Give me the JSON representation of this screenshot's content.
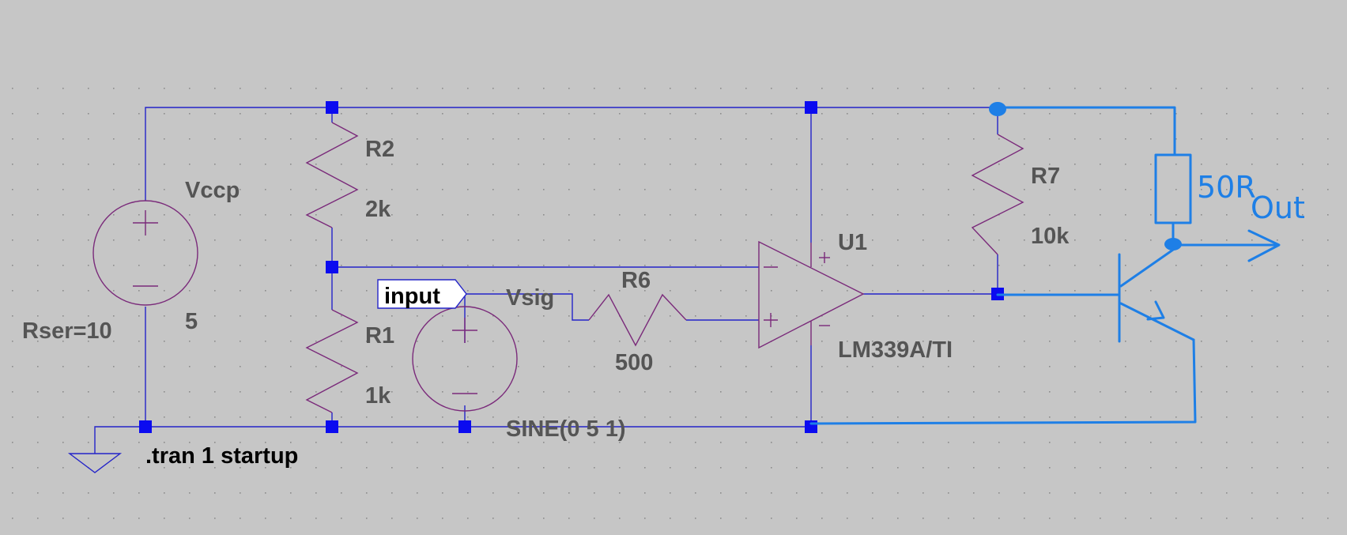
{
  "schematic": {
    "components": {
      "vccp": {
        "name": "Vccp",
        "value": "5",
        "extra": "Rser=10"
      },
      "r2": {
        "name": "R2",
        "value": "2k"
      },
      "r1": {
        "name": "R1",
        "value": "1k"
      },
      "vsig": {
        "name": "Vsig",
        "value": "SINE(0 5 1)"
      },
      "r6": {
        "name": "R6",
        "value": "500"
      },
      "u1": {
        "name": "U1",
        "value": "LM339A/TI"
      },
      "r7": {
        "name": "R7",
        "value": "10k"
      }
    },
    "net_label": "input",
    "directive": ".tran 1 startup",
    "annotations": {
      "resistor": "50R",
      "output": "Out"
    }
  },
  "colors": {
    "background": "#c6c6c6",
    "wire": "#2424c8",
    "component": "#7a2a7a",
    "node": "#0b0bf0",
    "handwriting": "#1e7fe6",
    "label": "#555555"
  }
}
